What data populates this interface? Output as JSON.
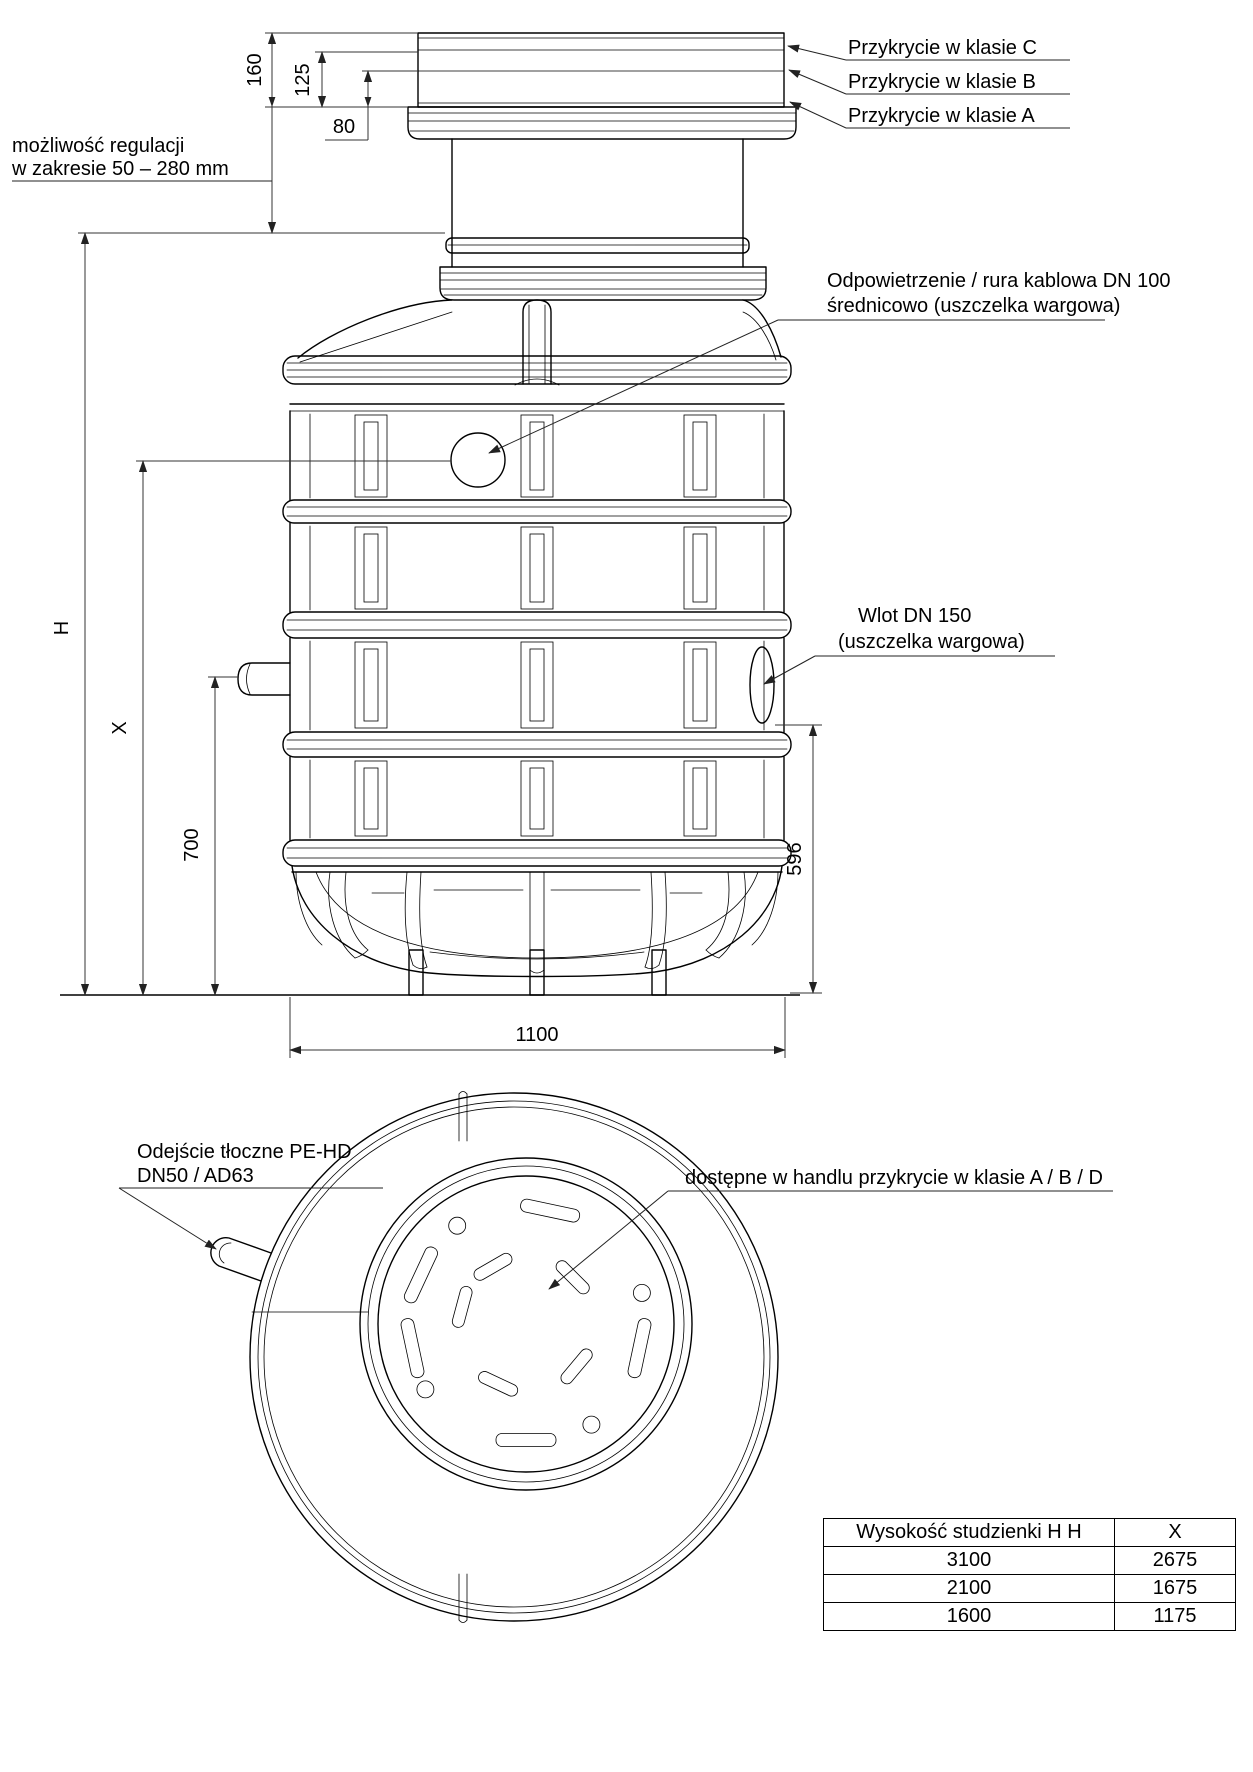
{
  "side_view": {
    "cover_labels": [
      "Przykrycie w klasie C",
      "Przykrycie w klasie B",
      "Przykrycie w klasie A"
    ],
    "adjust_note": {
      "line1": "możliwość regulacji",
      "line2": "w zakresie 50 – 280 mm"
    },
    "vent_label": {
      "line1": "Odpowietrzenie / rura kablowa DN 100",
      "line2": "średnicowo (uszczelka wargowa)"
    },
    "inlet_label": {
      "line1": "Wlot DN 150",
      "line2": "(uszczelka wargowa)"
    },
    "dims": {
      "d160": "160",
      "d125": "125",
      "d80": "80",
      "h": "H",
      "x": "X",
      "d700": "700",
      "d596": "596",
      "d1100": "1100"
    }
  },
  "top_view": {
    "outlet_label": {
      "line1": "Odejście tłoczne PE-HD",
      "line2": "DN50 / AD63"
    },
    "cover_note": "dostępne w handlu przykrycie w klasie A / B / D"
  },
  "table": {
    "headers": [
      "Wysokość studzienki H H",
      "X"
    ],
    "rows": [
      [
        "3100",
        "2675"
      ],
      [
        "2100",
        "1675"
      ],
      [
        "1600",
        "1175"
      ]
    ]
  }
}
